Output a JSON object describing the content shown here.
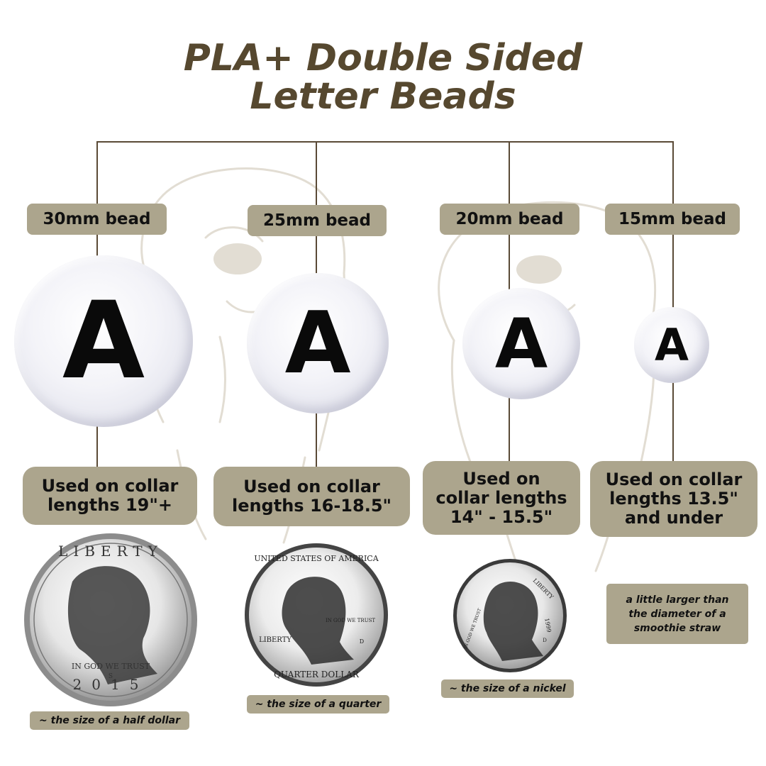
{
  "title": {
    "line1": "PLA+ Double Sided",
    "line2": "Letter Beads"
  },
  "beads": [
    {
      "label": "30mm bead",
      "letter": "A",
      "usage": [
        "Used on collar",
        "lengths 19\"+"
      ],
      "note": [
        "~ the size of a half dollar"
      ]
    },
    {
      "label": "25mm bead",
      "letter": "A",
      "usage": [
        "Used on collar",
        "lengths 16-18.5\""
      ],
      "note": [
        "~ the size of a quarter"
      ]
    },
    {
      "label": "20mm bead",
      "letter": "A",
      "usage": [
        "Used on",
        "collar lengths",
        "14\" - 15.5\""
      ],
      "note": [
        "~ the size of a nickel"
      ]
    },
    {
      "label": "15mm bead",
      "letter": "A",
      "usage": [
        "Used on collar",
        "lengths 13.5\"",
        "and under"
      ],
      "note": [
        "a little larger than",
        "the diameter of a",
        "smoothie straw"
      ]
    }
  ],
  "coins": {
    "half_dollar": {
      "top": "LIBERTY",
      "motto": "IN GOD WE TRUST",
      "year": "2015",
      "mint": "S"
    },
    "quarter": {
      "top": "UNITED STATES OF AMERICA",
      "bottom": "QUARTER DOLLAR",
      "left": "LIBERTY",
      "right": "IN GOD WE TRUST",
      "mint": "D"
    },
    "nickel": {
      "left": "IN GOD WE TRUST",
      "right": "LIBERTY",
      "year": "1999",
      "mint": "D"
    }
  },
  "colors": {
    "title": "#56482f",
    "pill": "#aca58d",
    "line": "#5a4a36"
  }
}
